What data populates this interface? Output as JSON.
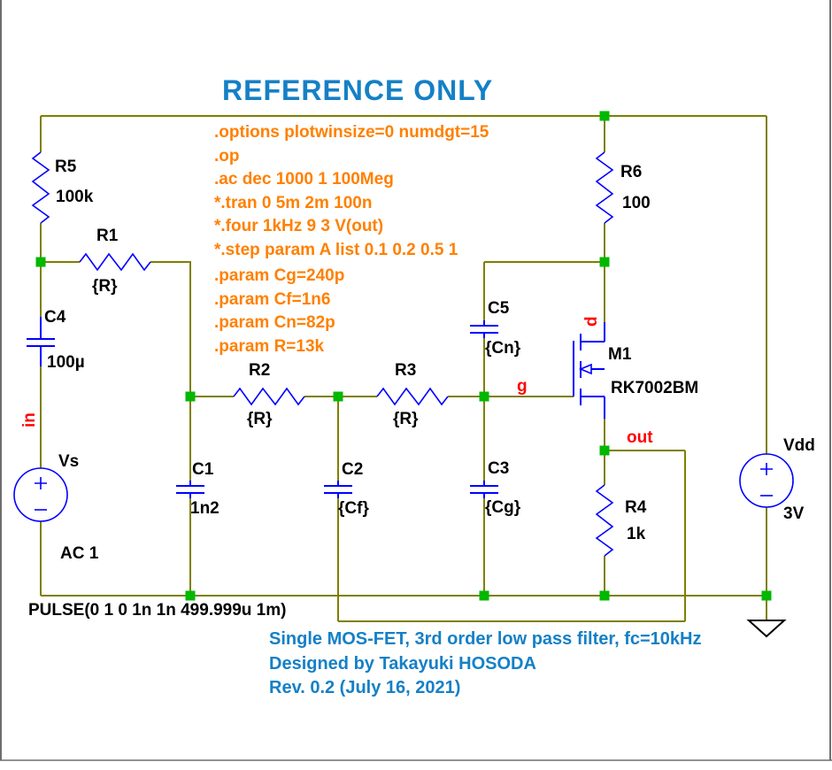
{
  "title": {
    "text": "REFERENCE ONLY",
    "color": "#1580C6"
  },
  "spice": {
    "color": "#FF8000",
    "directives": [
      ".options plotwinsize=0 numdgt=15",
      ".op",
      ".ac dec 1000 1 100Meg",
      "*.tran 0 5m 2m 100n",
      "*.four 1kHz 9 3 V(out)",
      "*.step param A list 0.1 0.2 0.5 1"
    ],
    "params": [
      ".param Cg=240p",
      ".param Cf=1n6",
      ".param Cn=82p",
      ".param R=13k"
    ]
  },
  "stimulus": {
    "pulse": "PULSE(0 1 0 1n 1n 499.999u 1m)"
  },
  "components": {
    "r1": {
      "ref": "R1",
      "value": "{R}"
    },
    "r2": {
      "ref": "R2",
      "value": "{R}"
    },
    "r3": {
      "ref": "R3",
      "value": "{R}"
    },
    "r4": {
      "ref": "R4",
      "value": "1k"
    },
    "r5": {
      "ref": "R5",
      "value": "100k"
    },
    "r6": {
      "ref": "R6",
      "value": "100"
    },
    "c1": {
      "ref": "C1",
      "value": "1n2"
    },
    "c2": {
      "ref": "C2",
      "value": "{Cf}"
    },
    "c3": {
      "ref": "C3",
      "value": "{Cg}"
    },
    "c4": {
      "ref": "C4",
      "value": "100µ"
    },
    "c5": {
      "ref": "C5",
      "value": "{Cn}"
    },
    "m1": {
      "ref": "M1",
      "value": "RK7002BM"
    },
    "vs": {
      "ref": "Vs",
      "value": "AC 1"
    },
    "vdd": {
      "ref": "Vdd",
      "value": "3V"
    }
  },
  "net_labels": {
    "color": "#FF0000",
    "in": "in",
    "gate": "g",
    "drain": "d",
    "out": "out"
  },
  "credits": {
    "color": "#1580C6",
    "lines": [
      "Single MOS-FET, 3rd order low pass filter, fc=10kHz",
      "Designed by Takayuki HOSODA",
      "Rev. 0.2 (July 16, 2021)"
    ]
  },
  "schematic_colors": {
    "wire": "#7F7F00",
    "symbol": "#0000FF",
    "junction_node": "#00B800",
    "ground": "#000000",
    "window_border": "#6E6E6E"
  }
}
